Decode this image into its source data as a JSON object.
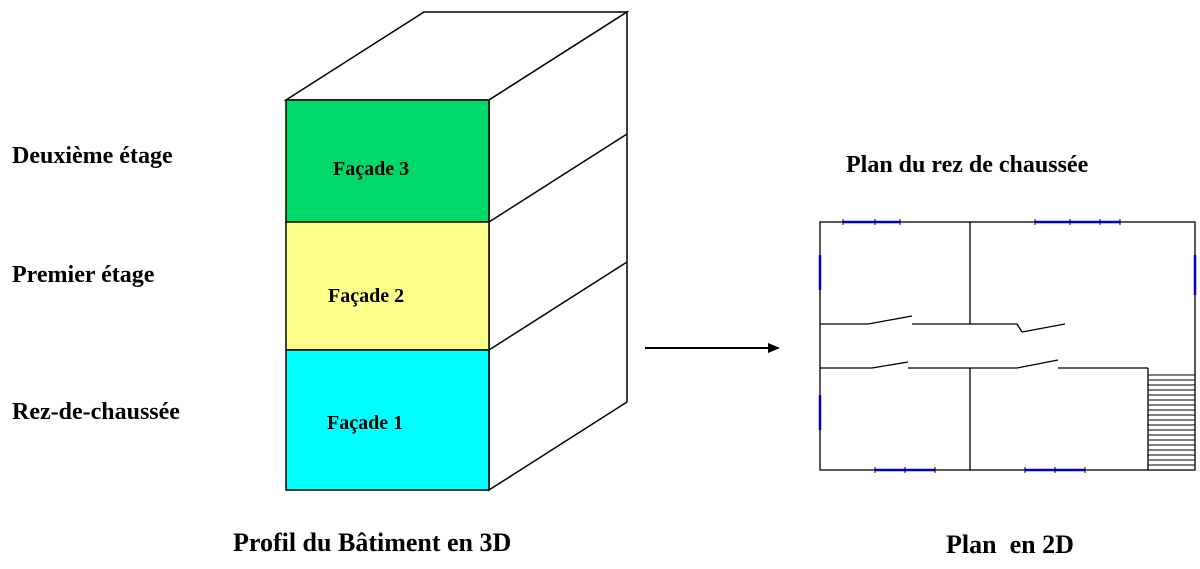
{
  "floors": {
    "deuxieme": "Deuxième étage",
    "premier": "Premier étage",
    "rdc": "Rez-de-chaussée"
  },
  "facades": {
    "f3": "Façade 3",
    "f2": "Façade 2",
    "f1": "Façade 1"
  },
  "plan_title": "Plan du rez de chaussée",
  "captions": {
    "profil": "Profil du Bâtiment en 3D",
    "plan": "Plan  en 2D"
  },
  "colors": {
    "facade3": "#00d96a",
    "facade2": "#ffff8c",
    "facade1": "#00ffff",
    "plan_opening": "#0000cc"
  }
}
